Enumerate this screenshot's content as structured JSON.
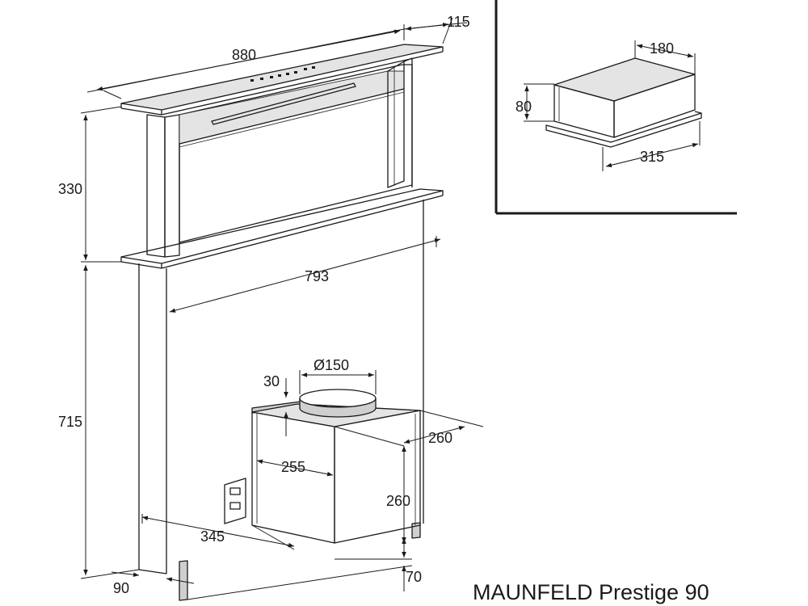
{
  "caption": "MAUNFELD Prestige 90",
  "dimensions": {
    "width_top": "880",
    "depth_top": "115",
    "height_upper": "330",
    "width_inner": "793",
    "height_lower": "715",
    "duct": "Ø150",
    "collar": "30",
    "motor_depth": "260",
    "motor_width": "255",
    "motor_height": "260",
    "offset": "345",
    "base": "90",
    "foot": "70",
    "box_depth": "180",
    "box_height": "80",
    "box_width": "315"
  }
}
